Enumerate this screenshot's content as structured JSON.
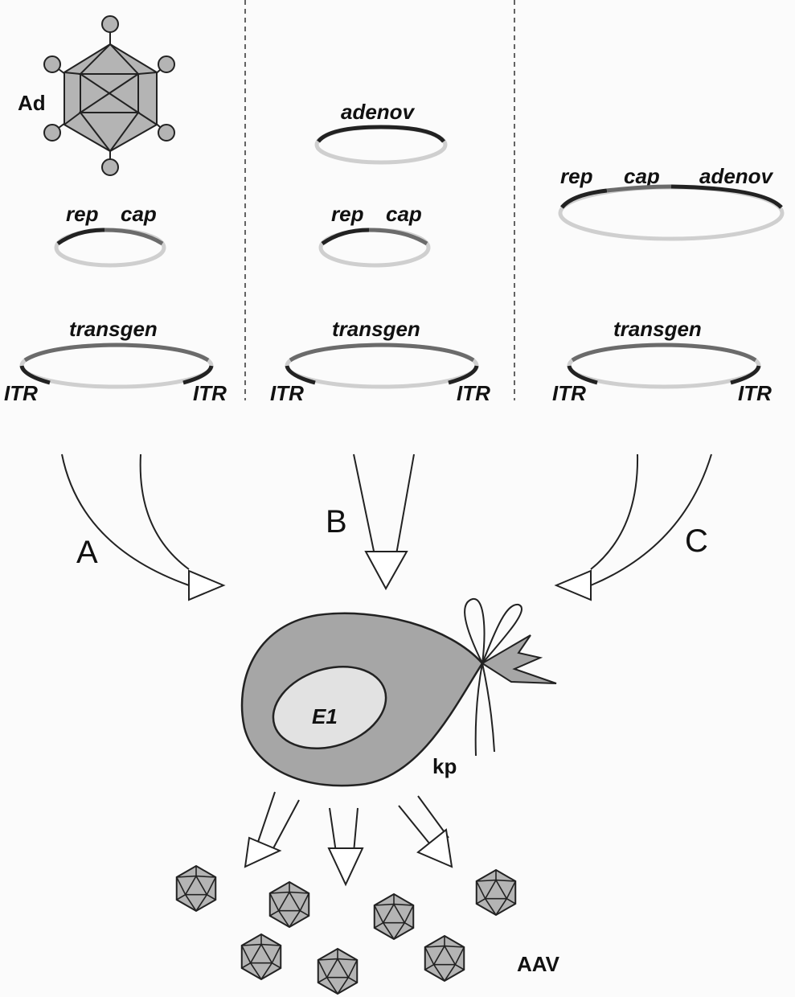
{
  "labels": {
    "ad": "Ad",
    "rep": "rep",
    "cap": "cap",
    "adenov": "adenov",
    "transgen": "transgen",
    "itr": "ITR",
    "path_a": "A",
    "path_b": "B",
    "path_c": "C",
    "e1": "E1",
    "kp": "kp",
    "aav": "AAV"
  },
  "colors": {
    "ink": "#222222",
    "plasmid_backbone": "#cfcfcf",
    "plasmid_gene_mid": "#6b6b6b",
    "cell_fill": "#a6a6a6",
    "nucleus_fill": "#e2e2e2",
    "capsid_fill": "#b4b4b4"
  },
  "icons": [
    "adenovirus-icon",
    "aav-capsid-icon",
    "cell-bag-icon",
    "arrow-icon"
  ]
}
